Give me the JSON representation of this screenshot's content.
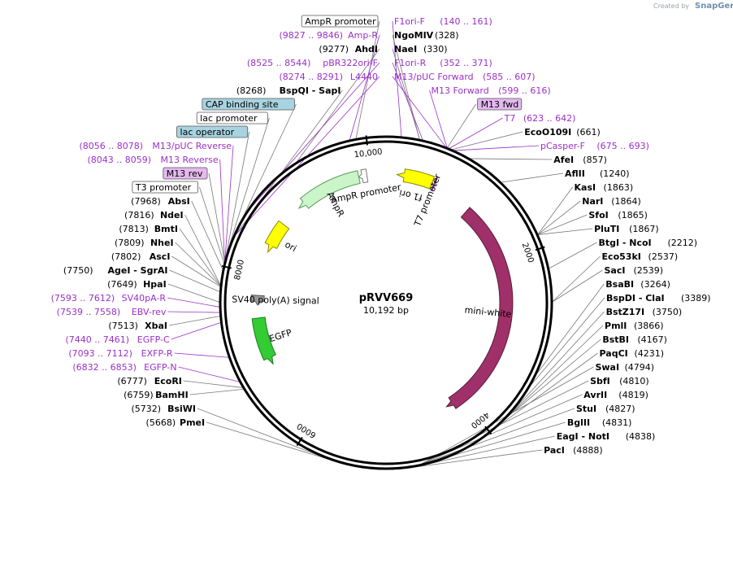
{
  "watermark": {
    "prefix": "Created by",
    "brand": "SnapGene"
  },
  "plasmid": {
    "name": "pRVV669",
    "size_label": "10,192 bp",
    "length_bp": 10192
  },
  "ring_ticks": [
    {
      "label": "2000",
      "bp": 2000
    },
    {
      "label": "4000",
      "bp": 4000
    },
    {
      "label": "6000",
      "bp": 6000
    },
    {
      "label": "8000",
      "bp": 8000
    },
    {
      "label": "10,000",
      "bp": 10000
    }
  ],
  "features": [
    {
      "name": "f1 ori",
      "start": 140,
      "end": 595,
      "dir": -1,
      "color": "#ffff00",
      "stroke": "#8a8a00"
    },
    {
      "name": "AmpR promoter",
      "start": 9846,
      "end": 9950,
      "dir": -1,
      "color": "#ffffff",
      "stroke": "#777777"
    },
    {
      "name": "AmpR",
      "start": 8985,
      "end": 9845,
      "dir": -1,
      "color": "#c9f5c9",
      "stroke": "#5a9a5a"
    },
    {
      "name": "ori",
      "start": 8300,
      "end": 8700,
      "dir": -1,
      "color": "#ffff00",
      "stroke": "#8a8a00"
    },
    {
      "name": "SV40 poly(A) signal",
      "start": 7613,
      "end": 7735,
      "dir": -1,
      "color": "#999999",
      "stroke": "#555555"
    },
    {
      "name": "EGFP",
      "start": 6840,
      "end": 7450,
      "dir": -1,
      "color": "#33cc33",
      "stroke": "#1a7a1a"
    },
    {
      "name": "T7 promoter",
      "start": 623,
      "end": 642,
      "dir": 1,
      "color": "#cc66cc",
      "stroke": "#7a207a"
    },
    {
      "name": "mini-white",
      "start": 1170,
      "end": 4240,
      "dir": 1,
      "color": "#a0306a",
      "stroke": "#5a1a3a"
    }
  ],
  "sites": [
    {
      "name": "NgoMIV",
      "pos": "(328)",
      "bp": 328
    },
    {
      "name": "NaeI",
      "pos": "(330)",
      "bp": 330
    },
    {
      "name": "EcoO109I",
      "pos": "(661)",
      "bp": 661
    },
    {
      "name": "AfeI",
      "pos": "(857)",
      "bp": 857
    },
    {
      "name": "AflII",
      "pos": "(1240)",
      "bp": 1240
    },
    {
      "name": "KasI",
      "pos": "(1863)",
      "bp": 1863
    },
    {
      "name": "NarI",
      "pos": "(1864)",
      "bp": 1864
    },
    {
      "name": "SfoI",
      "pos": "(1865)",
      "bp": 1865
    },
    {
      "name": "PluTI",
      "pos": "(1867)",
      "bp": 1867
    },
    {
      "name": "BtgI - NcoI",
      "pos": "(2212)",
      "bp": 2212
    },
    {
      "name": "Eco53kI",
      "pos": "(2537)",
      "bp": 2537
    },
    {
      "name": "SacI",
      "pos": "(2539)",
      "bp": 2539
    },
    {
      "name": "BsaBI",
      "pos": "(3264)",
      "bp": 3264
    },
    {
      "name": "BspDI - ClaI",
      "pos": "(3389)",
      "bp": 3389
    },
    {
      "name": "BstZ17I",
      "pos": "(3750)",
      "bp": 3750
    },
    {
      "name": "PmlI",
      "pos": "(3866)",
      "bp": 3866
    },
    {
      "name": "BstBI",
      "pos": "(4167)",
      "bp": 4167
    },
    {
      "name": "PaqCI",
      "pos": "(4231)",
      "bp": 4231
    },
    {
      "name": "SwaI",
      "pos": "(4794)",
      "bp": 4794
    },
    {
      "name": "SbfI",
      "pos": "(4810)",
      "bp": 4810
    },
    {
      "name": "AvrII",
      "pos": "(4819)",
      "bp": 4819
    },
    {
      "name": "StuI",
      "pos": "(4827)",
      "bp": 4827
    },
    {
      "name": "BglII",
      "pos": "(4831)",
      "bp": 4831
    },
    {
      "name": "EagI - NotI",
      "pos": "(4838)",
      "bp": 4838
    },
    {
      "name": "PacI",
      "pos": "(4888)",
      "bp": 4888
    },
    {
      "name": "PmeI",
      "pos": "(5668)",
      "bp": 5668
    },
    {
      "name": "BsiWI",
      "pos": "(5732)",
      "bp": 5732
    },
    {
      "name": "BamHI",
      "pos": "(6759)",
      "bp": 6759
    },
    {
      "name": "EcoRI",
      "pos": "(6777)",
      "bp": 6777
    },
    {
      "name": "XbaI",
      "pos": "(7513)",
      "bp": 7513
    },
    {
      "name": "HpaI",
      "pos": "(7649)",
      "bp": 7649
    },
    {
      "name": "AgeI - SgrAI",
      "pos": "(7750)",
      "bp": 7750
    },
    {
      "name": "AscI",
      "pos": "(7802)",
      "bp": 7802
    },
    {
      "name": "NheI",
      "pos": "(7809)",
      "bp": 7809
    },
    {
      "name": "BmtI",
      "pos": "(7813)",
      "bp": 7813
    },
    {
      "name": "NdeI",
      "pos": "(7816)",
      "bp": 7816
    },
    {
      "name": "AbsI",
      "pos": "(7968)",
      "bp": 7968
    },
    {
      "name": "BspQI - SapI",
      "pos": "(8268)",
      "bp": 8268
    },
    {
      "name": "AhdI",
      "pos": "(9277)",
      "bp": 9277
    }
  ],
  "primers": [
    {
      "name": "F1ori-F",
      "pos": "(140 .. 161)",
      "bp": 150
    },
    {
      "name": "F1ori-R",
      "pos": "(352 .. 371)",
      "bp": 360
    },
    {
      "name": "M13/pUC Forward",
      "pos": "(585 .. 607)",
      "bp": 596
    },
    {
      "name": "M13 Forward",
      "pos": "(599 .. 616)",
      "bp": 608
    },
    {
      "name": "T7",
      "pos": "(623 .. 642)",
      "bp": 632
    },
    {
      "name": "pCasper-F",
      "pos": "(675 .. 693)",
      "bp": 684
    },
    {
      "name": "Amp-R",
      "pos": "(9827 .. 9846)",
      "bp": 9836
    },
    {
      "name": "pBR322ori-F",
      "pos": "(8525 .. 8544)",
      "bp": 8534
    },
    {
      "name": "L4440",
      "pos": "(8274 .. 8291)",
      "bp": 8282
    },
    {
      "name": "M13/pUC Reverse",
      "pos": "(8056 .. 8078)",
      "bp": 8067
    },
    {
      "name": "M13 Reverse",
      "pos": "(8043 .. 8059)",
      "bp": 8051
    },
    {
      "name": "SV40pA-R",
      "pos": "(7593 .. 7612)",
      "bp": 7602
    },
    {
      "name": "EBV-rev",
      "pos": "(7539 .. 7558)",
      "bp": 7548
    },
    {
      "name": "EGFP-C",
      "pos": "(7440 .. 7461)",
      "bp": 7450
    },
    {
      "name": "EXFP-R",
      "pos": "(7093 .. 7112)",
      "bp": 7102
    },
    {
      "name": "EGFP-N",
      "pos": "(6832 .. 6853)",
      "bp": 6842
    }
  ],
  "boxed_labels": [
    {
      "name": "AmpR promoter",
      "bp": 9898,
      "fill": "#ffffff"
    },
    {
      "name": "M13 fwd",
      "bp": 612,
      "fill": "#e4b8ef"
    },
    {
      "name": "CAP binding site",
      "bp": 8190,
      "fill": "#a8d3e0"
    },
    {
      "name": "lac promoter",
      "bp": 8160,
      "fill": "#ffffff"
    },
    {
      "name": "lac operator",
      "bp": 8100,
      "fill": "#a8d3e0"
    },
    {
      "name": "M13 rev",
      "bp": 8050,
      "fill": "#e4b8ef"
    },
    {
      "name": "T3 promoter",
      "bp": 8030,
      "fill": "#ffffff"
    }
  ]
}
